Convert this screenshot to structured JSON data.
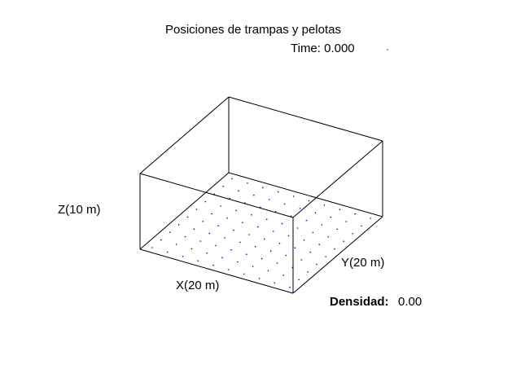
{
  "plot": {
    "title": "Posiciones de trampas y pelotas",
    "time_label": "Time: 0.000",
    "axis_z_label": "Z(10 m)",
    "axis_x_label": "X(20 m)",
    "axis_y_label": "Y(20 m)",
    "density_label": "Densidad:",
    "density_value": "0.00"
  },
  "colors": {
    "background": "#ffffff",
    "box_edges": "#000000",
    "trap_dots": "#0000ff",
    "text": "#000000"
  },
  "scene": {
    "type": "3d-scatter",
    "box_extent": {
      "x": 20,
      "y": 20,
      "z": 10
    },
    "trap_grid": {
      "nx": 10,
      "ny": 10,
      "z": 0
    },
    "balls_count": 0
  }
}
